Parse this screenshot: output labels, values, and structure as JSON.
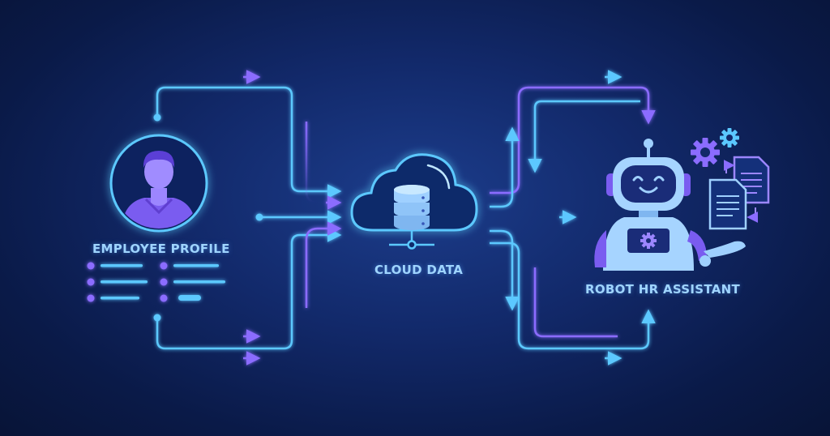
{
  "nodes": {
    "employee": {
      "label": "EMPLOYEE PROFILE",
      "icon": "user-avatar-icon"
    },
    "cloud": {
      "label": "CLOUD DATA",
      "icon": "cloud-database-icon"
    },
    "robot": {
      "label": "ROBOT HR ASSISTANT",
      "icon": "robot-icon"
    }
  },
  "colors": {
    "background": "#0d2158",
    "line_blue": "#5bc8ff",
    "line_purple": "#8b6cff",
    "icon_light": "#9fd0ff",
    "icon_purple": "#7a5cf0",
    "label": "#9fd4ff"
  },
  "decorations": [
    "gear-icon",
    "document-icon",
    "arrow-icon"
  ]
}
